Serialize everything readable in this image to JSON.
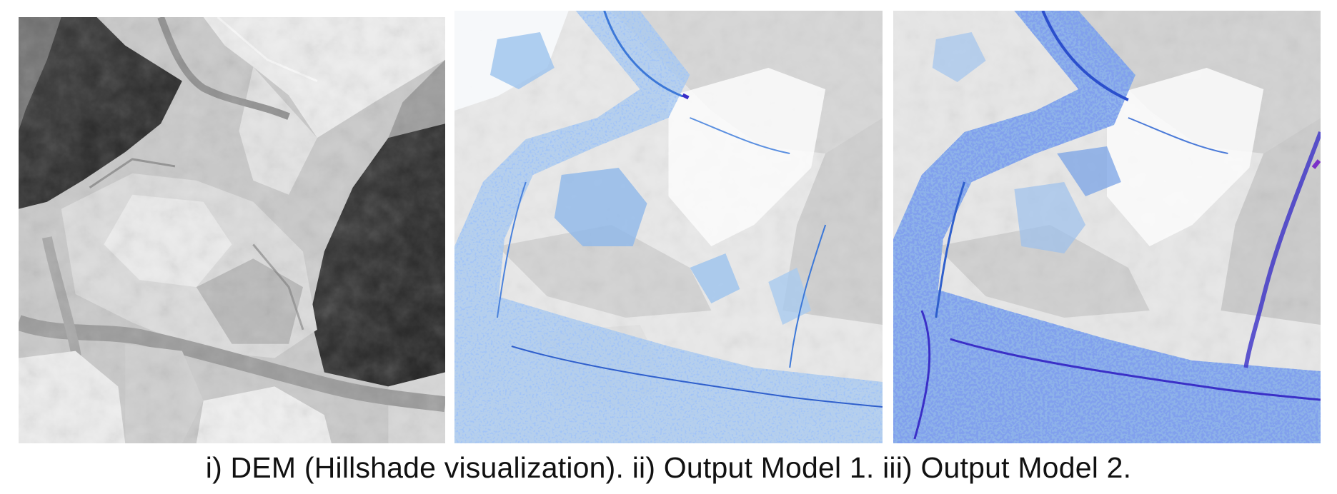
{
  "caption": "i) DEM (Hillshade visualization). ii) Output Model 1. iii) Output Model 2.",
  "panels": [
    {
      "id": "dem-hillshade",
      "icon": "terrain-hillshade"
    },
    {
      "id": "output-model-1",
      "icon": "terrain-prediction-overlay"
    },
    {
      "id": "output-model-2",
      "icon": "terrain-prediction-overlay"
    }
  ],
  "colors": {
    "hillshade_light": "#f2f2f2",
    "hillshade_mid": "#a8a8a8",
    "hillshade_dark": "#2b2b2b",
    "overlay_light_blue": "#9cc3ee",
    "overlay_blue": "#3c78d8",
    "overlay_dark_blue": "#3a2fc7"
  }
}
